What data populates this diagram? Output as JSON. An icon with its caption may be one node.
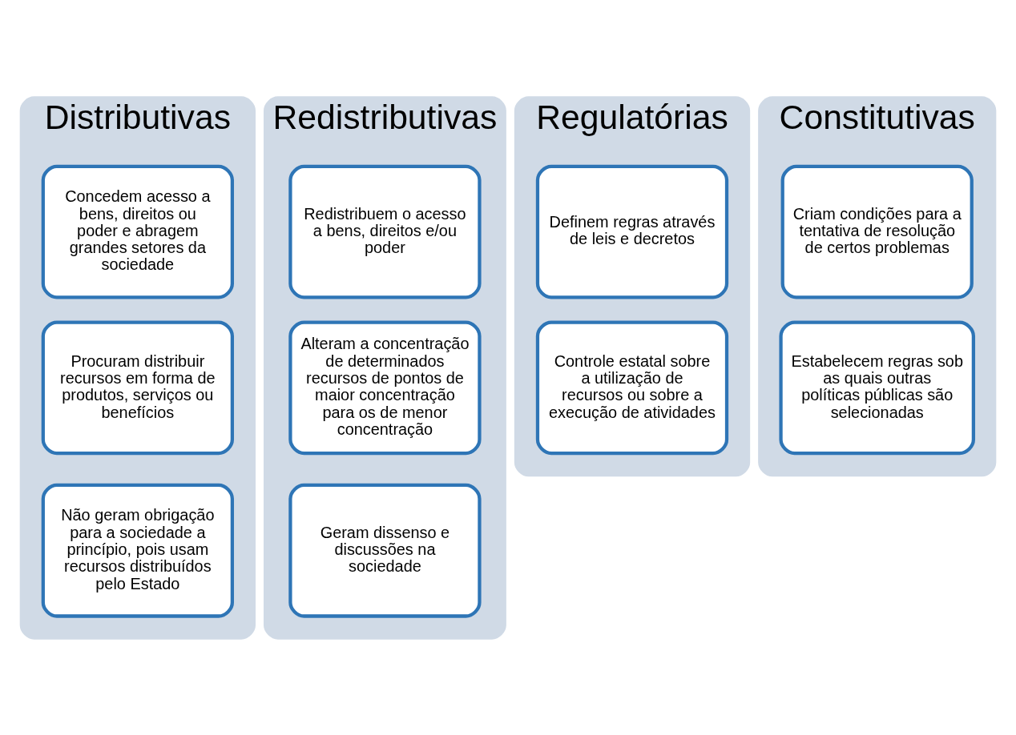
{
  "diagram": {
    "nodes": [
      {
        "text": [
          "Distributivas"
        ]
      },
      {
        "text": [
          "Concedem acesso a bens, direitos ou poder e abragem grandes setores da sociedade"
        ],
        "in": 0
      },
      {
        "text": [
          "Procuram distribuir recursos em forma de produtos, serviços ou benefícios"
        ],
        "in": 0
      },
      {
        "text": [
          "Não geram obrigação para a sociedade a princípio, pois usam recursos distribuídos pelo Estado"
        ],
        "in": 0
      },
      {
        "text": [
          "Redistributivas"
        ]
      },
      {
        "text": [
          "Redistribuem o acesso a bens, direitos e/ou poder"
        ],
        "in": 4
      },
      {
        "text": [
          "Alteram a concentração de determinados recursos de pontos de maior concentração para os de menor concentração"
        ],
        "in": 4
      },
      {
        "text": [
          "Geram dissenso e discussões na sociedade"
        ],
        "in": 4
      },
      {
        "text": [
          "Regulatórias"
        ]
      },
      {
        "text": [
          "Definem regras através de leis e decretos"
        ],
        "in": 8
      },
      {
        "text": [
          "Controle estatal sobre a utilização de recursos ou sobre a execução de atividades"
        ],
        "in": 8
      },
      {
        "text": [
          "Constitutivas"
        ]
      },
      {
        "text": [
          "Criam condições para a tentativa de resolução de certos problemas"
        ],
        "in": 11
      },
      {
        "text": [
          "Estabelecem regras sob as quais outras políticas públicas são selecionadas"
        ],
        "in": 11
      }
    ],
    "edges": []
  }
}
